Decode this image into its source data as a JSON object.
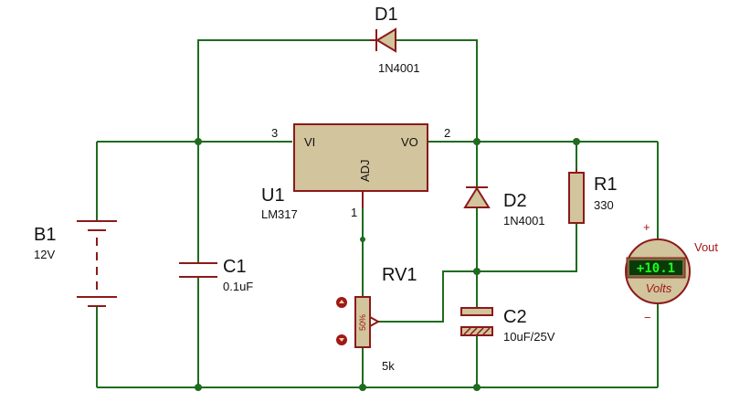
{
  "components": {
    "d1": {
      "ref": "D1",
      "value": "1N4001"
    },
    "d2": {
      "ref": "D2",
      "value": "1N4001"
    },
    "u1": {
      "ref": "U1",
      "value": "LM317",
      "pin_vi": "VI",
      "pin_vo": "VO",
      "pin_adj": "ADJ",
      "pin3": "3",
      "pin2": "2",
      "pin1": "1"
    },
    "r1": {
      "ref": "R1",
      "value": "330"
    },
    "b1": {
      "ref": "B1",
      "value": "12V"
    },
    "c1": {
      "ref": "C1",
      "value": "0.1uF"
    },
    "c2": {
      "ref": "C2",
      "value": "10uF/25V"
    },
    "rv1": {
      "ref": "RV1",
      "value": "5k",
      "position": "50%"
    },
    "voltmeter": {
      "title": "Vout",
      "reading": "+10.1",
      "units": "Volts",
      "plus": "+",
      "minus": "−"
    }
  },
  "colors": {
    "wire": "#1f6b1f",
    "component": "#8b1a1a",
    "body_fill": "#d2c49c",
    "lcd_bg": "#0a3a0a",
    "lcd_text": "#1dff1d"
  }
}
